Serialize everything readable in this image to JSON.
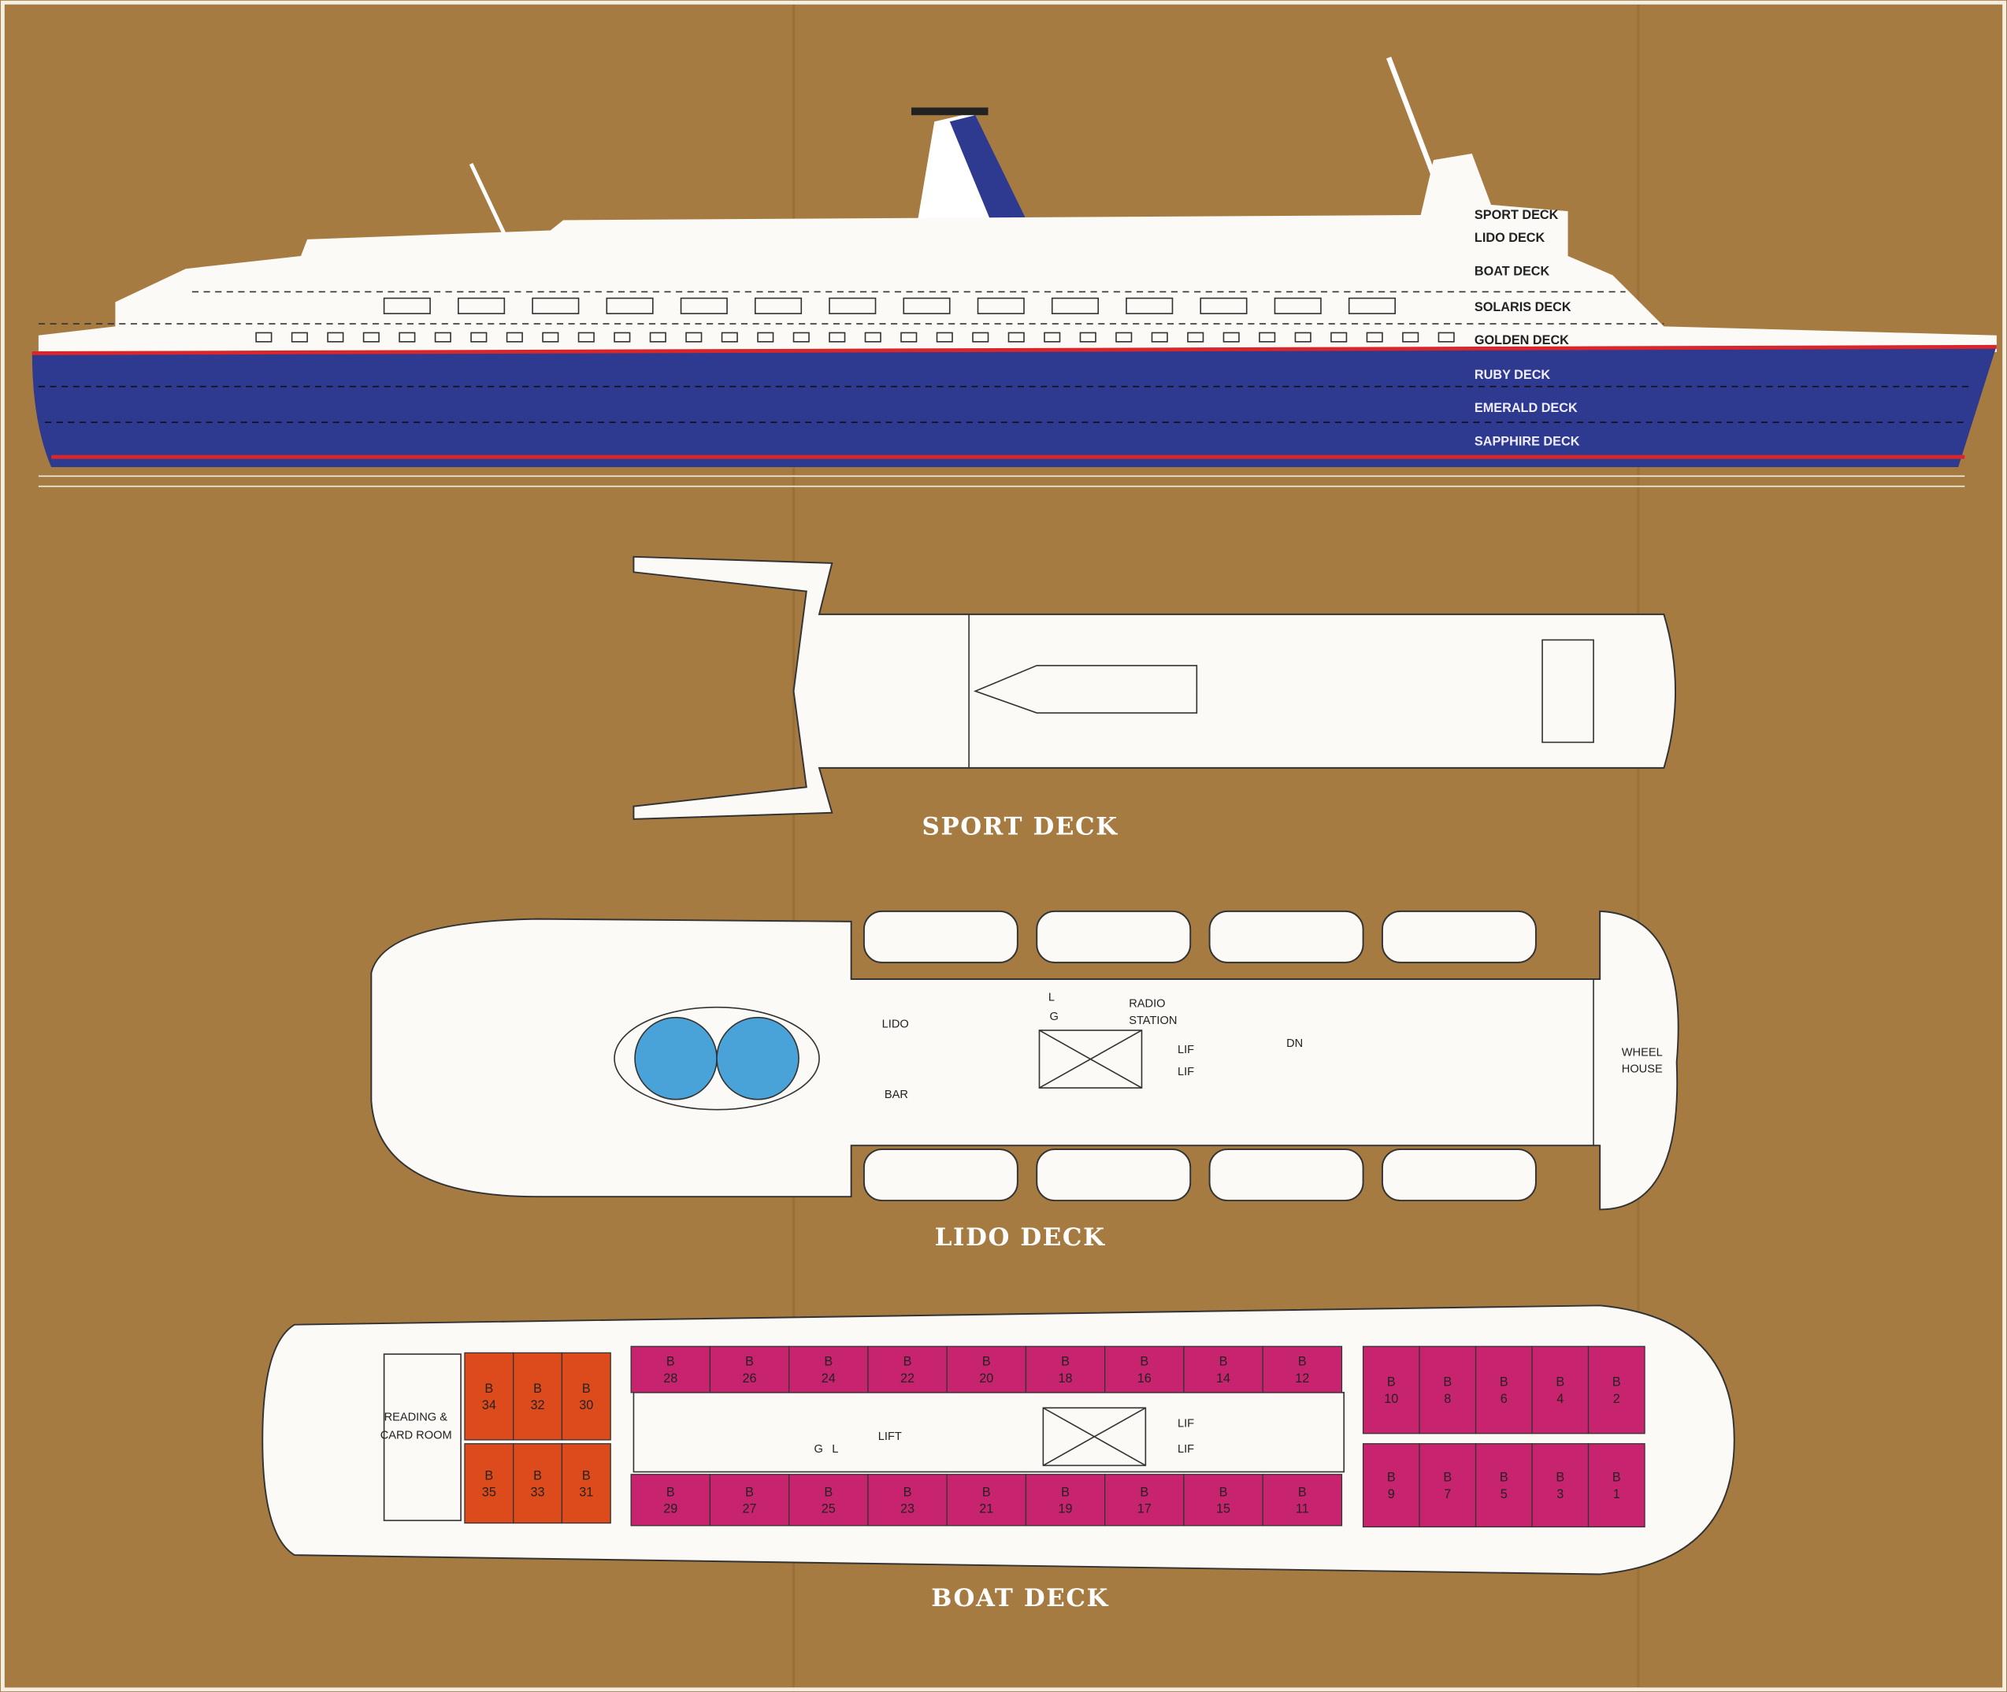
{
  "colors": {
    "background": "#a67b42",
    "hull": "#2e3990",
    "stripe": "#d8262a",
    "suite_orange": "#dd4b1c",
    "cabin_magenta": "#c8236f",
    "pool": "#4aa3d8"
  },
  "profile": {
    "deck_labels": [
      "SPORT DECK",
      "LIDO DECK",
      "BOAT DECK",
      "SOLARIS DECK",
      "GOLDEN DECK",
      "RUBY DECK",
      "EMERALD DECK",
      "SAPPHIRE DECK"
    ]
  },
  "sport_deck": {
    "title": "SPORT DECK"
  },
  "lido_deck": {
    "title": "LIDO DECK",
    "rooms": {
      "lido": "LIDO",
      "bar": "BAR",
      "radio": "RADIO",
      "station": "STATION",
      "wheel": "WHEEL",
      "house": "HOUSE",
      "lift1": "LIF",
      "lift2": "LIF",
      "dn": "DN",
      "l": "L",
      "g": "G"
    }
  },
  "boat_deck": {
    "title": "BOAT DECK",
    "rooms": {
      "reading": "READING &",
      "card": "CARD ROOM",
      "lift1": "LIFT",
      "lift2": "LIF",
      "lift3": "LIF",
      "g": "G",
      "l": "L"
    },
    "cabin_prefix": "B",
    "suites_top": [
      "34",
      "32",
      "30"
    ],
    "suites_bottom": [
      "35",
      "33",
      "31"
    ],
    "mid_top": [
      "28",
      "26",
      "24",
      "22",
      "20",
      "18",
      "16",
      "14",
      "12"
    ],
    "mid_bottom": [
      "29",
      "27",
      "25",
      "23",
      "21",
      "19",
      "17",
      "15",
      "11"
    ],
    "fwd_top": [
      "10",
      "8",
      "6",
      "4",
      "2"
    ],
    "fwd_bottom": [
      "9",
      "7",
      "5",
      "3",
      "1"
    ]
  }
}
